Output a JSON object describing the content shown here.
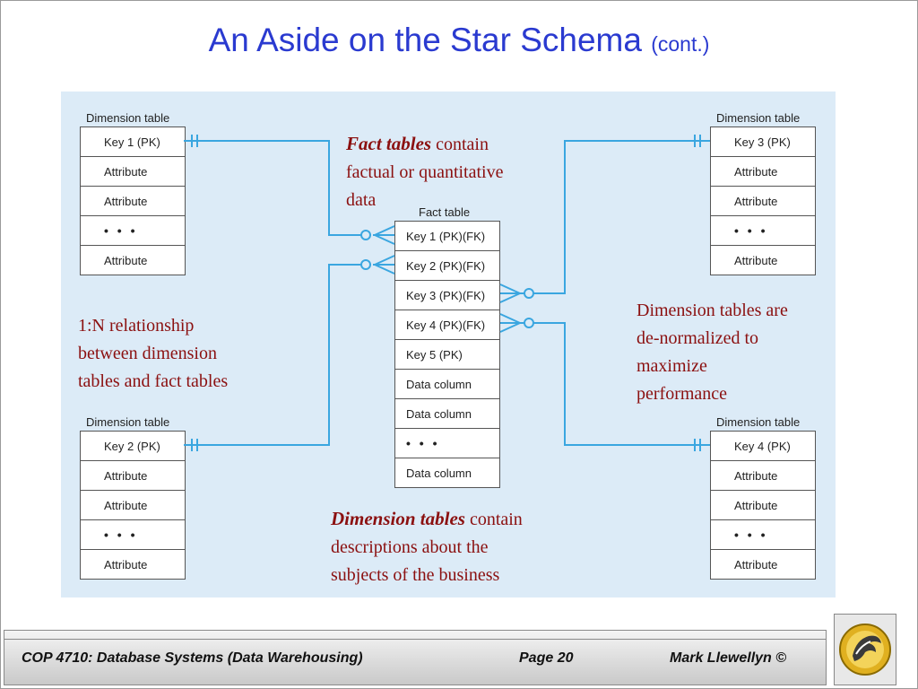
{
  "slide": {
    "title_main": "An Aside on the Star Schema",
    "title_suffix": "(cont.)"
  },
  "dimension_tables": {
    "top_left": {
      "caption": "Dimension table",
      "rows": [
        "Key 1 (PK)",
        "Attribute",
        "Attribute",
        "• • •",
        "Attribute"
      ]
    },
    "top_right": {
      "caption": "Dimension table",
      "rows": [
        "Key 3 (PK)",
        "Attribute",
        "Attribute",
        "• • •",
        "Attribute"
      ]
    },
    "bottom_left": {
      "caption": "Dimension table",
      "rows": [
        "Key 2 (PK)",
        "Attribute",
        "Attribute",
        "• • •",
        "Attribute"
      ]
    },
    "bottom_right": {
      "caption": "Dimension table",
      "rows": [
        "Key 4 (PK)",
        "Attribute",
        "Attribute",
        "• • •",
        "Attribute"
      ]
    }
  },
  "fact_table": {
    "caption": "Fact table",
    "rows": [
      "Key 1 (PK)(FK)",
      "Key 2 (PK)(FK)",
      "Key 3 (PK)(FK)",
      "Key 4 (PK)(FK)",
      "Key 5 (PK)",
      "Data column",
      "Data column",
      "• • •",
      "Data column"
    ]
  },
  "notes": {
    "fact_tables": {
      "emphasis": "Fact tables",
      "line1_rest": " contain",
      "line2": "factual or quantitative",
      "line3": "data"
    },
    "relationship": {
      "line1": "1:N relationship",
      "line2": "between dimension",
      "line3": "tables and fact tables"
    },
    "denormalized": {
      "line1": "Dimension tables are",
      "line2": "de-normalized to",
      "line3": "maximize",
      "line4": "performance"
    },
    "dimension_tables": {
      "emphasis": "Dimension tables",
      "line1_rest": " contain",
      "line2": "descriptions about the",
      "line3": "subjects of the business"
    }
  },
  "footer": {
    "course": "COP 4710: Database Systems  (Data Warehousing)",
    "page": "Page 20",
    "author": "Mark Llewellyn ©"
  },
  "colors": {
    "title": "#2a3ad0",
    "note_text": "#8b1010",
    "diagram_bg": "#dcebf7",
    "connector": "#3aa6e0"
  },
  "icons": {
    "logo": "pegasus-logo-icon"
  }
}
